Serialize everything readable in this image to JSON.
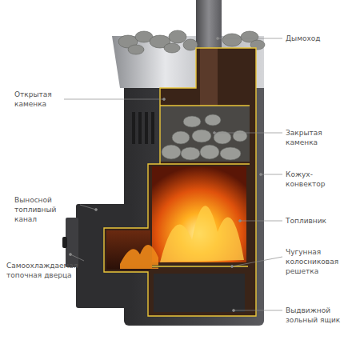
{
  "diagram": {
    "labels": [
      "Дымоход",
      "Открытая каменка",
      "Закрытая каменка",
      "Кожух-конвектор",
      "Выносной топливный канал",
      "Топливник",
      "Самоохлаждаемая топочная дверца",
      "Чугунная колосниковая решетка",
      "Выдвижной зольный ящик"
    ]
  }
}
